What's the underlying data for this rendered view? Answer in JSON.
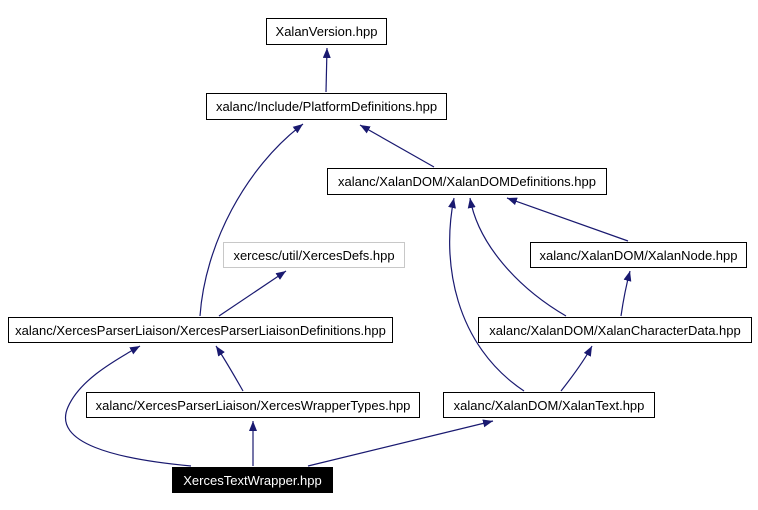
{
  "diagram": {
    "type": "include-dependency-graph",
    "background": "#ffffff",
    "edge_color": "#191970",
    "node_border_color": "#000000",
    "external_node_border_color": "#c8c8c8",
    "focus_node_background": "#000000",
    "focus_node_text_color": "#ffffff"
  },
  "nodes": [
    {
      "id": "xalan-version",
      "label": "XalanVersion.hpp"
    },
    {
      "id": "platform-definitions",
      "label": "xalanc/Include/PlatformDefinitions.hpp"
    },
    {
      "id": "xalandom-definitions",
      "label": "xalanc/XalanDOM/XalanDOMDefinitions.hpp"
    },
    {
      "id": "xerces-defs",
      "label": "xercesc/util/XercesDefs.hpp"
    },
    {
      "id": "xalan-node",
      "label": "xalanc/XalanDOM/XalanNode.hpp"
    },
    {
      "id": "xerces-parser-liaison-definitions",
      "label": "xalanc/XercesParserLiaison/XercesParserLiaisonDefinitions.hpp"
    },
    {
      "id": "xalan-character-data",
      "label": "xalanc/XalanDOM/XalanCharacterData.hpp"
    },
    {
      "id": "xerces-wrapper-types",
      "label": "xalanc/XercesParserLiaison/XercesWrapperTypes.hpp"
    },
    {
      "id": "xalan-text",
      "label": "xalanc/XalanDOM/XalanText.hpp"
    },
    {
      "id": "xerces-text-wrapper",
      "label": "XercesTextWrapper.hpp"
    }
  ],
  "edges": [
    {
      "from": "platform-definitions",
      "to": "xalan-version"
    },
    {
      "from": "xalandom-definitions",
      "to": "platform-definitions"
    },
    {
      "from": "xerces-parser-liaison-definitions",
      "to": "platform-definitions"
    },
    {
      "from": "xalan-node",
      "to": "xalandom-definitions"
    },
    {
      "from": "xalan-character-data",
      "to": "xalandom-definitions"
    },
    {
      "from": "xalan-text",
      "to": "xalandom-definitions"
    },
    {
      "from": "xalan-character-data",
      "to": "xalan-node"
    },
    {
      "from": "xerces-parser-liaison-definitions",
      "to": "xerces-defs"
    },
    {
      "from": "xerces-wrapper-types",
      "to": "xerces-parser-liaison-definitions"
    },
    {
      "from": "xerces-text-wrapper",
      "to": "xerces-parser-liaison-definitions"
    },
    {
      "from": "xerces-text-wrapper",
      "to": "xerces-wrapper-types"
    },
    {
      "from": "xerces-text-wrapper",
      "to": "xalan-text"
    },
    {
      "from": "xalan-text",
      "to": "xalan-character-data"
    }
  ]
}
